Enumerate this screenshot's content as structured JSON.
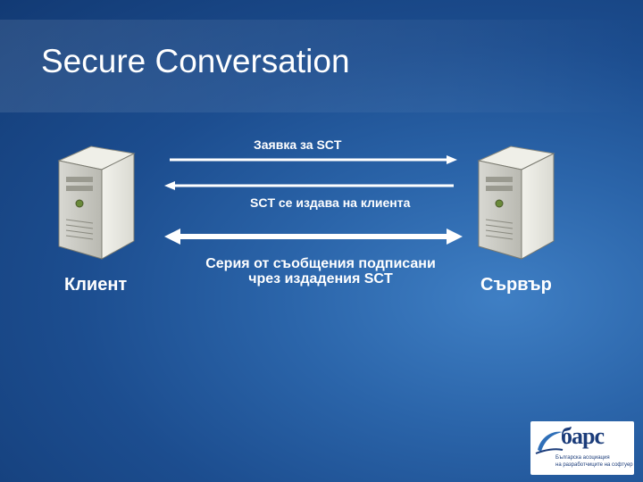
{
  "slide": {
    "title": "Secure Conversation"
  },
  "diagram": {
    "request_label": "Заявка за SCT",
    "response_label": "SCT се издава на клиента",
    "series_label_line1": "Серия от съобщения подписани",
    "series_label_line2": "чрез издадения SCT",
    "client_label": "Клиент",
    "server_label": "Сървър"
  },
  "logo": {
    "name": "бaрc",
    "line1": "Българска асоциация",
    "line2": "на разработчиците на софтуер"
  },
  "colors": {
    "background": "#1c4d8f",
    "arrow": "#ffffff",
    "text": "#ffffff",
    "logo": "#1b3c7a"
  },
  "icons": {
    "client": "server-tower-icon",
    "server": "server-tower-icon",
    "logo": "bars-logo"
  }
}
